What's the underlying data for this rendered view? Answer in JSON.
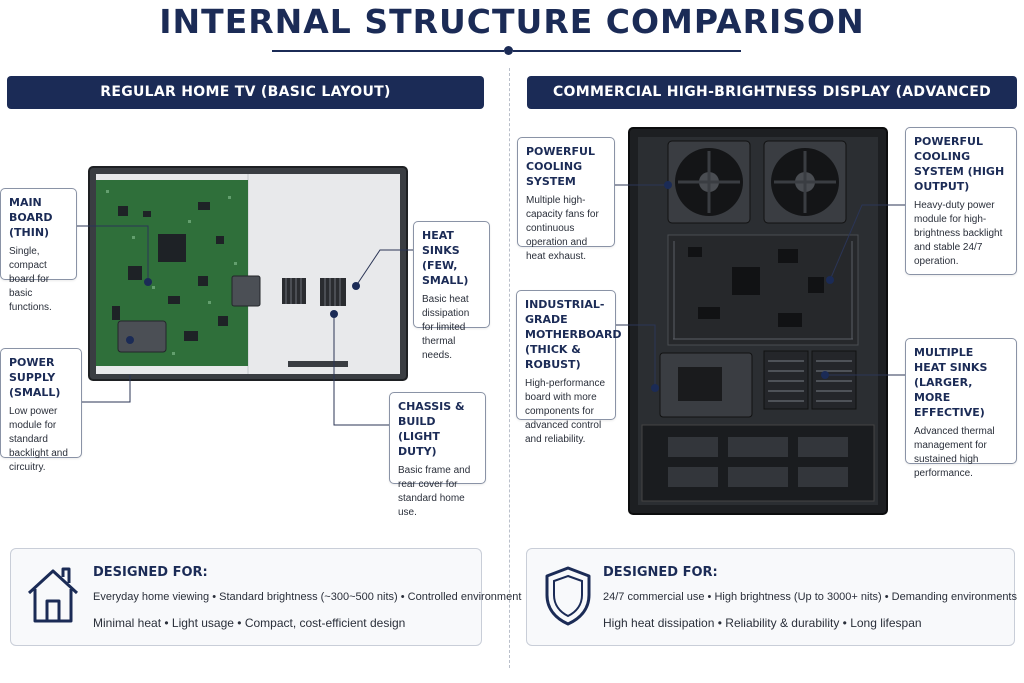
{
  "title": "INTERNAL STRUCTURE COMPARISON",
  "left": {
    "banner": "REGULAR HOME TV (BASIC LAYOUT)",
    "callouts": [
      {
        "heading": "MAIN BOARD (THIN)",
        "body": "Single, compact board for basic functions."
      },
      {
        "heading": "HEAT SINKS (FEW, SMALL)",
        "body": "Basic heat dissipation for limited thermal needs."
      },
      {
        "heading": "POWER SUPPLY (SMALL)",
        "body": "Low power module for standard backlight and circuitry."
      },
      {
        "heading": "CHASSIS & BUILD (LIGHT DUTY)",
        "body": "Basic frame and rear cover for standard home use."
      }
    ],
    "designed": {
      "label": "DESIGNED FOR:",
      "line1": "Everyday home viewing • Standard brightness (~300~500 nits) • Controlled environment",
      "line2": "Minimal heat • Light usage • Compact, cost-efficient design",
      "icon": "house-icon"
    }
  },
  "right": {
    "banner": "COMMERCIAL HIGH-BRIGHTNESS DISPLAY (ADVANCED LAYOUT)",
    "callouts": [
      {
        "heading": "POWERFUL COOLING SYSTEM",
        "body": "Multiple high-capacity fans for continuous operation and heat exhaust."
      },
      {
        "heading": "POWERFUL COOLING SYSTEM (HIGH OUTPUT)",
        "body": "Heavy-duty power module for high-brightness backlight and stable 24/7 operation."
      },
      {
        "heading": "INDUSTRIAL-GRADE MOTHERBOARD (THICK & ROBUST)",
        "body": "High-performance board with more components for advanced control and reliability."
      },
      {
        "heading": "MULTIPLE HEAT SINKS (LARGER, MORE EFFECTIVE)",
        "body": "Advanced thermal management for sustained high performance."
      }
    ],
    "designed": {
      "label": "DESIGNED FOR:",
      "line1": "24/7 commercial use • High brightness (Up to 3000+ nits) • Demanding environments",
      "line2": "High heat dissipation • Reliability & durability • Long lifespan",
      "icon": "shield-icon"
    }
  }
}
